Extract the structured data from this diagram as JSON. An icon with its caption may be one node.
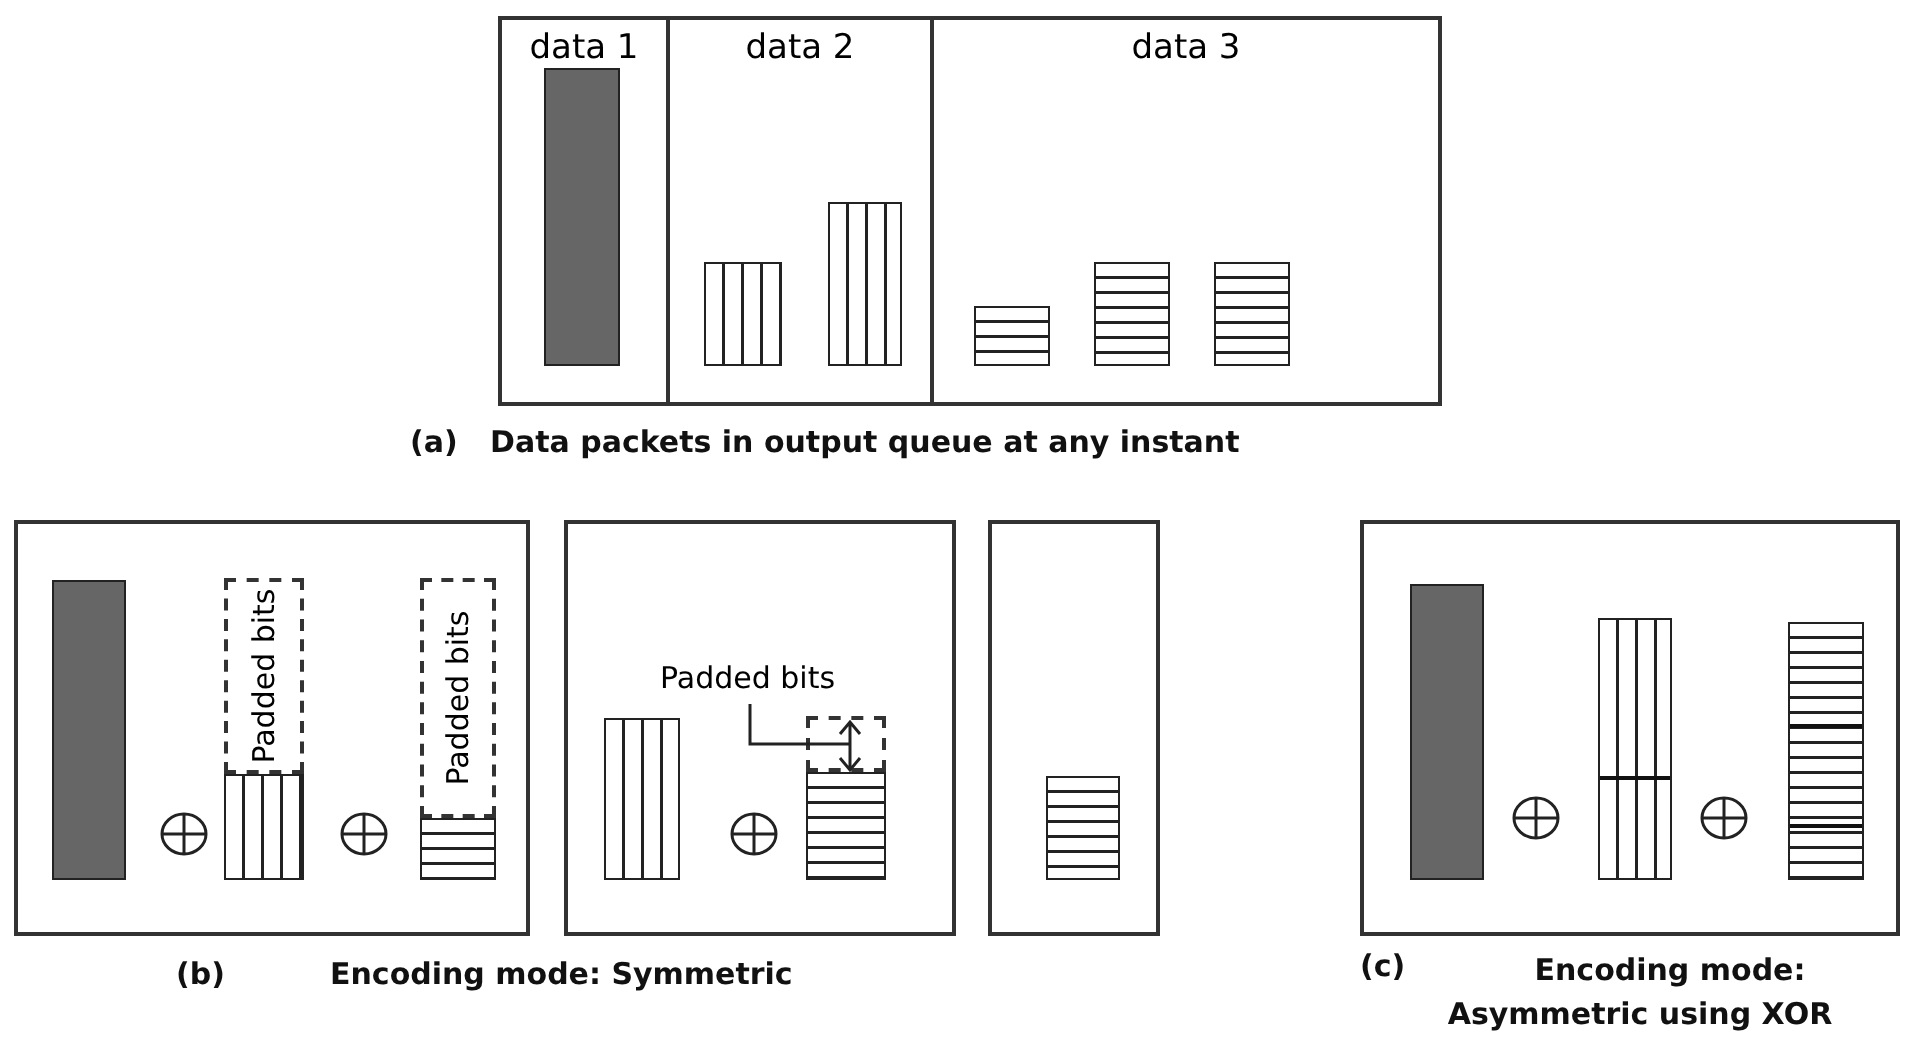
{
  "diagram": {
    "nodes": [
      {
        "text": [
          "data 1"
        ]
      },
      {
        "text": [],
        "shape": "bar",
        "in": 0
      },
      {
        "text": [
          "data 2"
        ]
      },
      {
        "text": [],
        "shape": "bar",
        "in": 2
      },
      {
        "text": [],
        "shape": "bar",
        "in": 2
      },
      {
        "text": [
          "data 3"
        ]
      },
      {
        "text": [],
        "shape": "bar",
        "in": 5
      },
      {
        "text": [],
        "shape": "bar",
        "in": 5
      },
      {
        "text": [],
        "shape": "bar",
        "in": 5
      },
      {
        "text": [],
        "shape": "box"
      },
      {
        "text": [],
        "shape": "bar",
        "in": 9
      },
      {
        "text": [
          "Padded bits"
        ],
        "in": 9
      },
      {
        "text": [],
        "shape": "bar",
        "in": 9
      },
      {
        "text": [
          "Padded bits"
        ],
        "in": 9
      },
      {
        "text": [],
        "shape": "bar",
        "in": 9
      },
      {
        "text": [],
        "shape": "box"
      },
      {
        "text": [],
        "shape": "bar",
        "in": 15
      },
      {
        "text": [
          "Padded bits"
        ],
        "in": 15
      },
      {
        "text": [],
        "shape": "box",
        "in": 15
      },
      {
        "text": [],
        "shape": "bar",
        "in": 15
      },
      {
        "text": [],
        "shape": "box"
      },
      {
        "text": [],
        "shape": "bar",
        "in": 20
      },
      {
        "text": [],
        "shape": "box"
      },
      {
        "text": [],
        "shape": "bar",
        "in": 22
      },
      {
        "text": [],
        "shape": "bar",
        "in": 22
      },
      {
        "text": [],
        "shape": "bar",
        "in": 22
      }
    ],
    "edges": [
      {
        "from": 17,
        "to": 18,
        "arrow": "to"
      }
    ],
    "labels": [
      "(a)",
      "Data packets in output queue at any instant",
      "(b)",
      "Encoding mode: Symmetric",
      "(c)",
      "Encoding mode: Asymmetric using XOR"
    ]
  }
}
